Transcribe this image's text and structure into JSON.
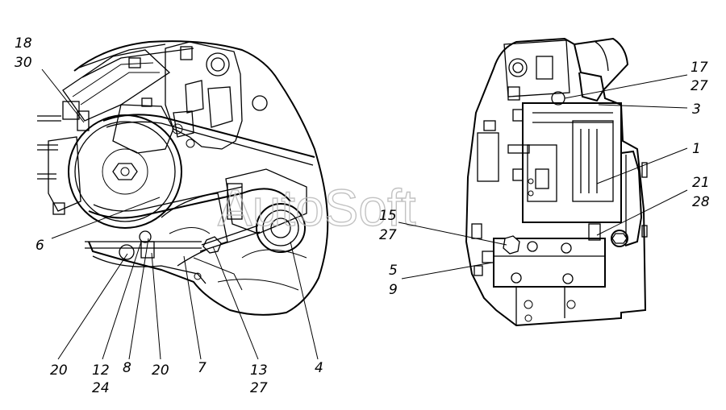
{
  "watermark": "AutoSoft",
  "callouts": [
    {
      "id": "18-30",
      "lines": [
        "18",
        "30"
      ]
    },
    {
      "id": "6",
      "lines": [
        "6"
      ]
    },
    {
      "id": "20a",
      "lines": [
        "20"
      ]
    },
    {
      "id": "12-24",
      "lines": [
        "12",
        "24"
      ]
    },
    {
      "id": "8",
      "lines": [
        "8"
      ]
    },
    {
      "id": "20b",
      "lines": [
        "20"
      ]
    },
    {
      "id": "7",
      "lines": [
        "7"
      ]
    },
    {
      "id": "13-27",
      "lines": [
        "13",
        "27"
      ]
    },
    {
      "id": "4",
      "lines": [
        "4"
      ]
    },
    {
      "id": "17-27",
      "lines": [
        "17",
        "27"
      ]
    },
    {
      "id": "3",
      "lines": [
        "3"
      ]
    },
    {
      "id": "1",
      "lines": [
        "1"
      ]
    },
    {
      "id": "21-28",
      "lines": [
        "21",
        "28"
      ]
    },
    {
      "id": "15-27",
      "lines": [
        "15",
        "27"
      ]
    },
    {
      "id": "5-9",
      "lines": [
        "5",
        "9"
      ]
    }
  ]
}
